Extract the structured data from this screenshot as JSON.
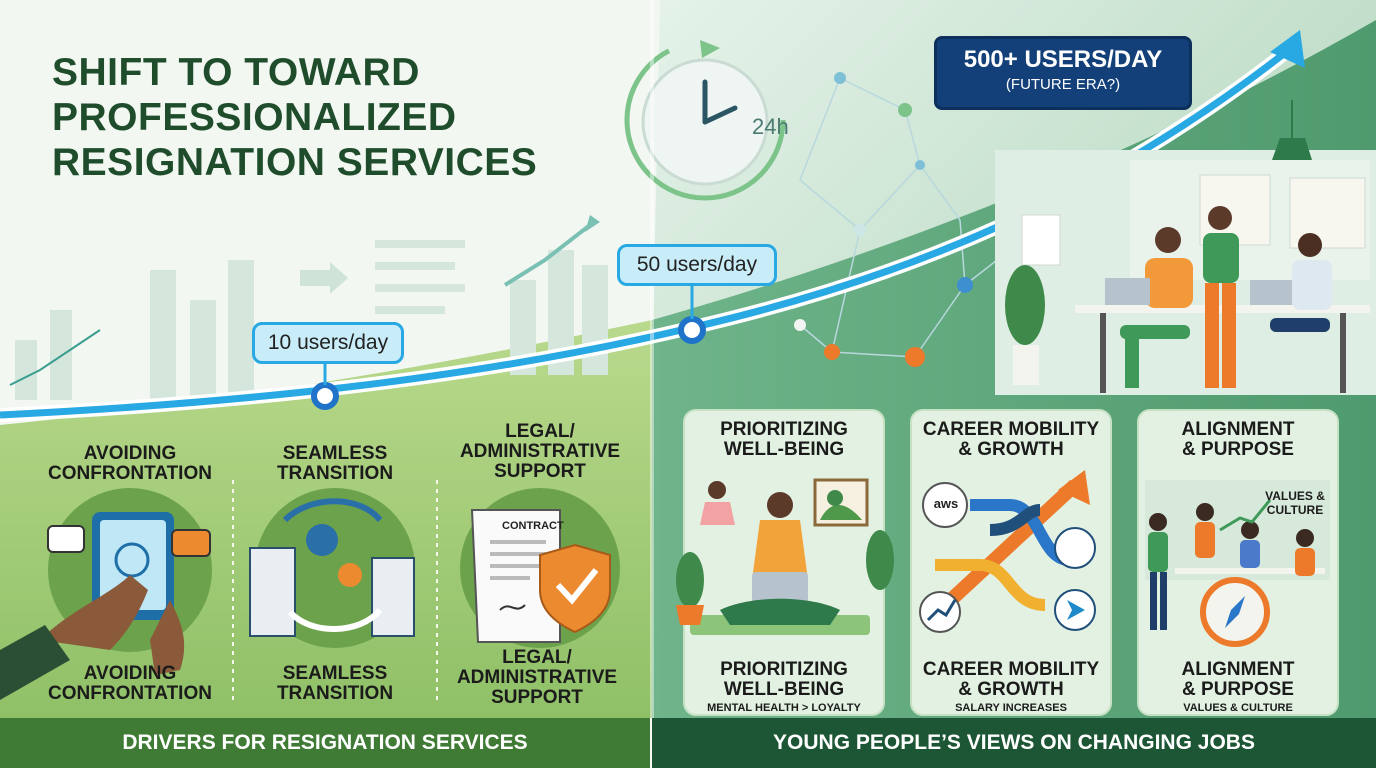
{
  "header": {
    "title_lines": [
      "SHIFT TO TOWARD",
      "PROFESSIONALIZED",
      "RESIGNATION SERVICES"
    ]
  },
  "timeline": {
    "clock_label": "24h",
    "milestones": [
      {
        "label": "10 users/day"
      },
      {
        "label": "50 users/day"
      },
      {
        "label": "500+ USERS/DAY",
        "sublabel": "(FUTURE ERA?)"
      }
    ]
  },
  "drivers": {
    "items": [
      {
        "top_lines": [
          "AVOIDING",
          "CONFRONTATION"
        ],
        "bottom_lines": [
          "AVOIDING",
          "CONFRONTATION"
        ]
      },
      {
        "top_lines": [
          "SEAMLESS",
          "TRANSITION"
        ],
        "bottom_lines": [
          "SEAMLESS",
          "TRANSITION"
        ]
      },
      {
        "top_lines": [
          "LEGAL/",
          "ADMINISTRATIVE",
          "SUPPORT"
        ],
        "bottom_lines": [
          "LEGAL/",
          "ADMINISTRATIVE",
          "SUPPORT"
        ],
        "doc_label": "CONTRACT"
      }
    ],
    "footer": "DRIVERS FOR RESIGNATION SERVICES"
  },
  "views": {
    "items": [
      {
        "top_lines": [
          "PRIORITIZING",
          "WELL-BEING"
        ],
        "bottom_lines": [
          "PRIORITIZING",
          "WELL-BEING"
        ],
        "sub": "MENTAL HEALTH > LOYALTY"
      },
      {
        "top_lines": [
          "CAREER MOBILITY",
          "& GROWTH"
        ],
        "bottom_lines": [
          "CAREER MOBILITY",
          "& GROWTH"
        ],
        "sub": "SALARY INCREASES",
        "logo": "aws"
      },
      {
        "top_lines": [
          "ALIGNMENT",
          "& PURPOSE"
        ],
        "bottom_lines": [
          "ALIGNMENT",
          "& PURPOSE"
        ],
        "sub": "VALUES & CULTURE",
        "note_lines": [
          "VALUES &",
          "CULTURE"
        ]
      }
    ],
    "footer": "YOUNG PEOPLE’S  VIEWS  ON CHANGING JOBS"
  },
  "colors": {
    "dark_green": "#1f4d2c",
    "accent_blue": "#28a9e3",
    "navy": "#14407a",
    "orange": "#ec7a2a",
    "left_footer": "#3f7b34",
    "right_footer": "#1d5634"
  }
}
